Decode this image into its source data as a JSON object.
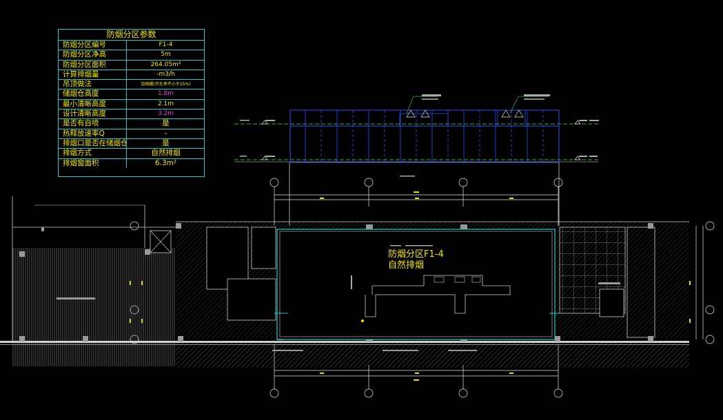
{
  "param_table": {
    "title": "防烟分区参数",
    "rows": [
      {
        "key": "防烟分区编号",
        "value": "F1-4"
      },
      {
        "key": "防烟分区净高",
        "value": "5m"
      },
      {
        "key": "防烟分区面积",
        "value": "264.05m²"
      },
      {
        "key": "计算排烟量",
        "value": "-m3/h"
      },
      {
        "key": "吊顶做法",
        "value": "铝格栅(开孔率不小于25%)"
      },
      {
        "key": "储烟仓高度",
        "value": "1.8m"
      },
      {
        "key": "最小清晰高度",
        "value": "2.1m"
      },
      {
        "key": "设计清晰高度",
        "value": "3.2m"
      },
      {
        "key": "是否有自喷",
        "value": "是"
      },
      {
        "key": "热释放速率Q",
        "value": "-"
      },
      {
        "key": "排烟口是否在储烟仓内",
        "value": "是"
      },
      {
        "key": "排烟方式",
        "value": "自然排烟"
      },
      {
        "key": "排烟窗面积",
        "value": "6.3m²"
      }
    ]
  },
  "zone_label": {
    "line1": "防烟分区F1-4",
    "line2": "自然排烟"
  },
  "colors": {
    "background": "#000000",
    "table_border": "#19d0d0",
    "table_text": "#f2e600",
    "highlight_text": "#e040e0",
    "zone_outline": "#19d0d0",
    "elevation_lines": "#2a52ff",
    "level_line": "#2ab82a",
    "walls": "#cfcfcf",
    "hatch": "#6e6e6e",
    "dims": "#e8e8e8"
  }
}
